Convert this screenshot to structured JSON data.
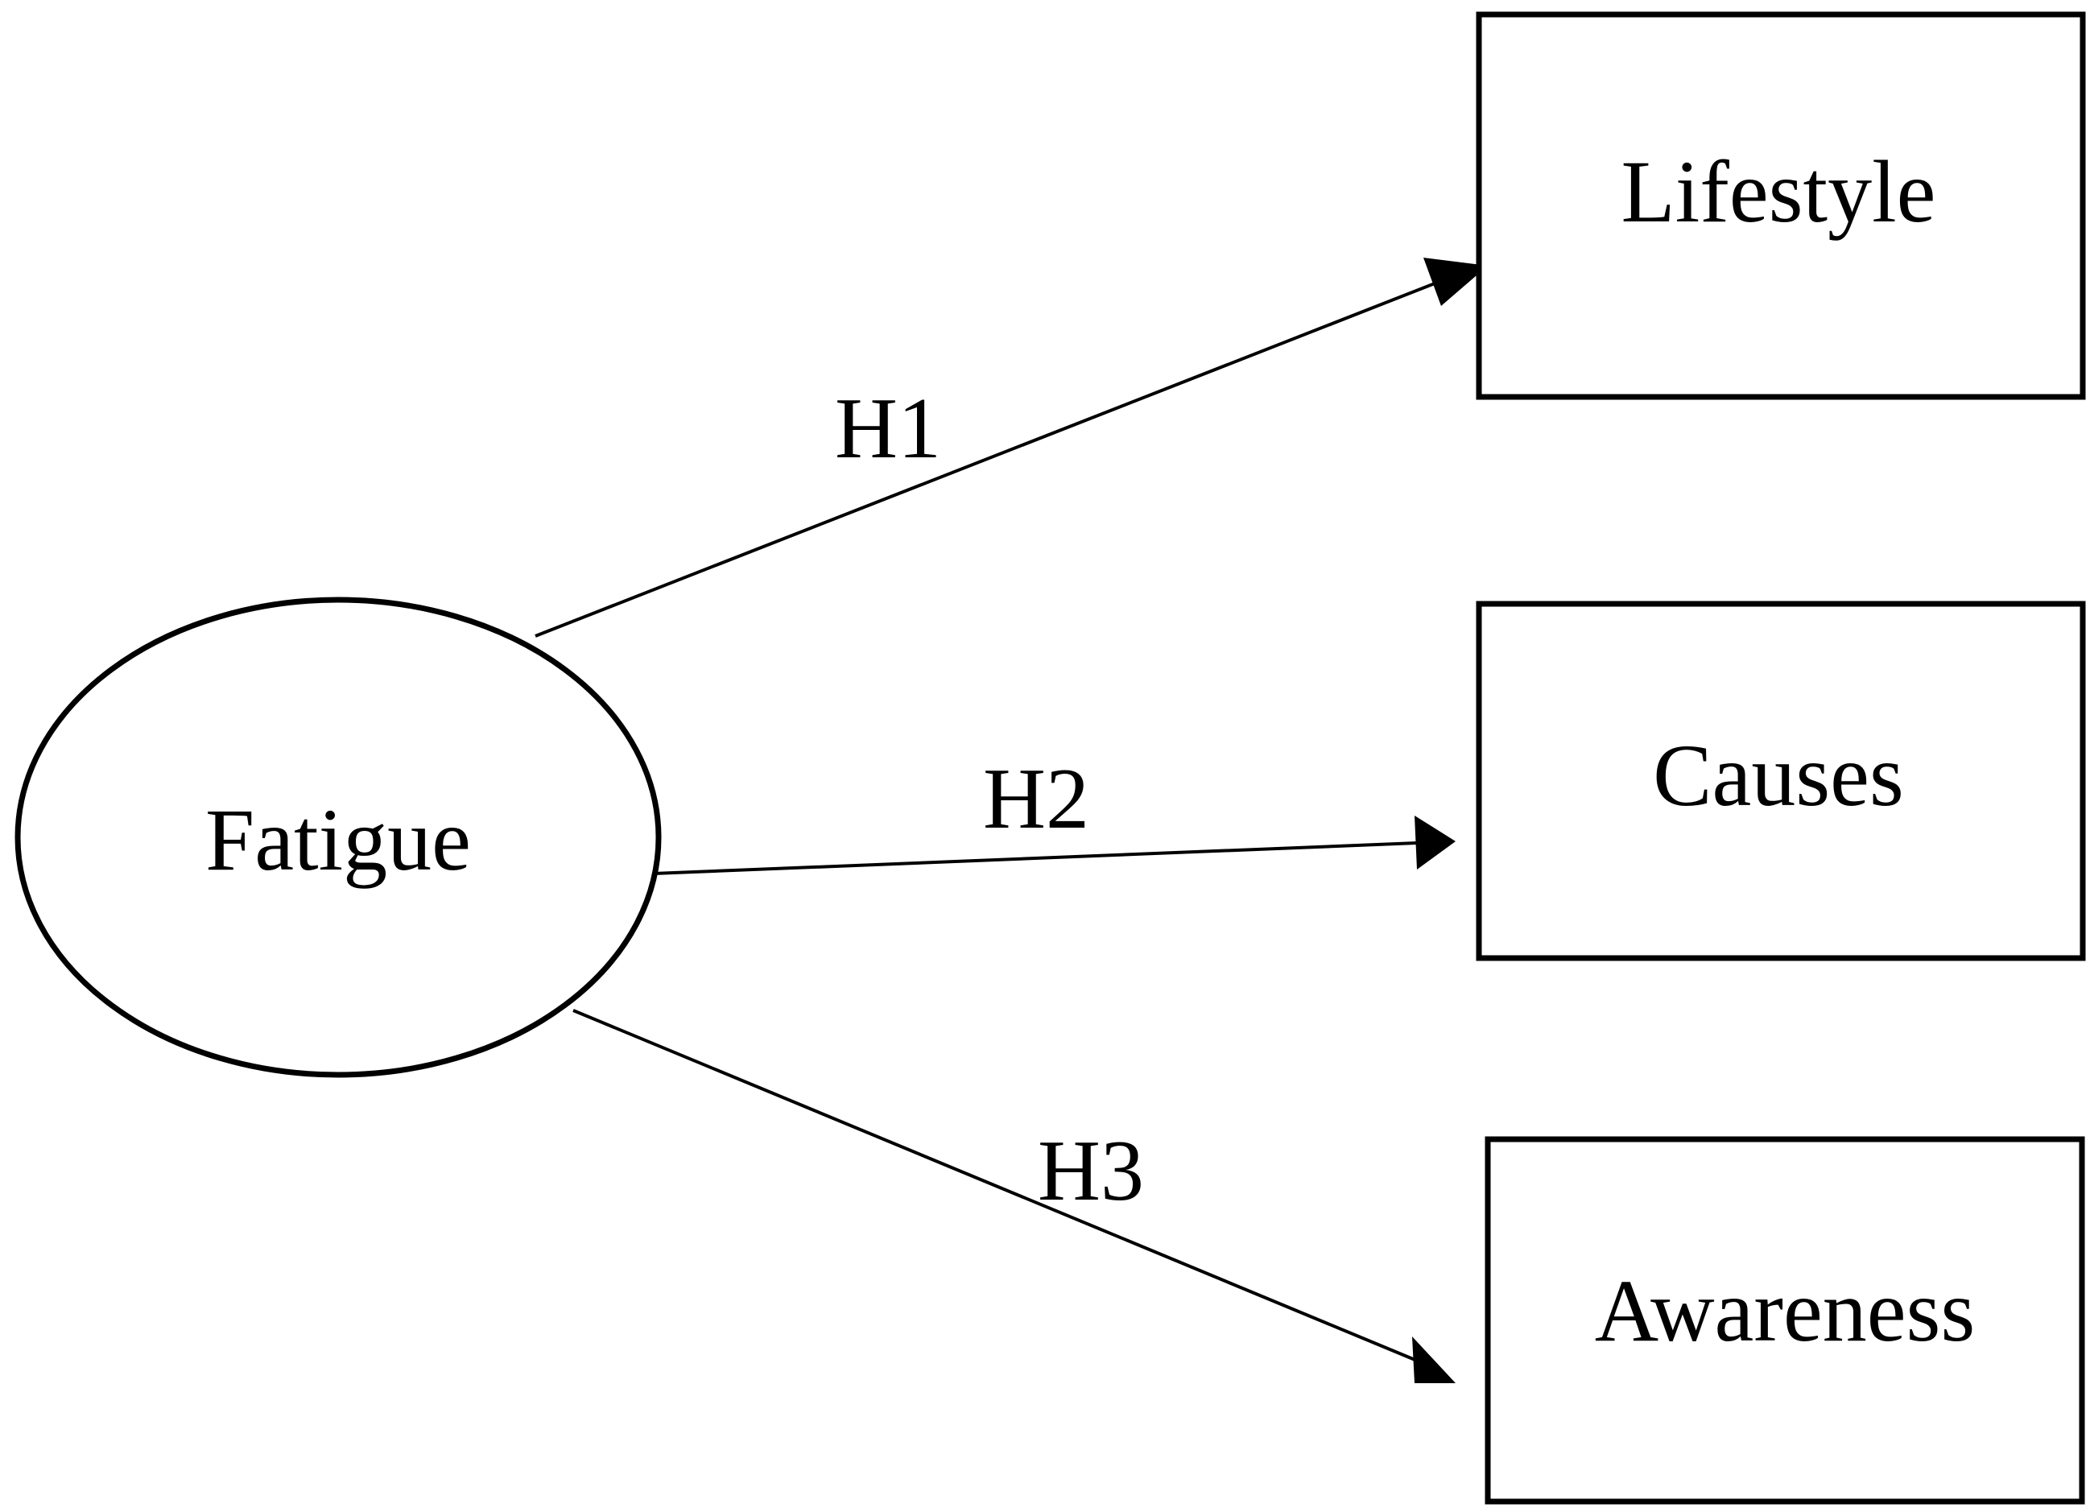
{
  "nodes": {
    "fatigue": "Fatigue",
    "lifestyle": "Lifestyle",
    "causes": "Causes",
    "awareness": "Awareness"
  },
  "edges": {
    "h1": "H1",
    "h2": "H2",
    "h3": "H3"
  }
}
